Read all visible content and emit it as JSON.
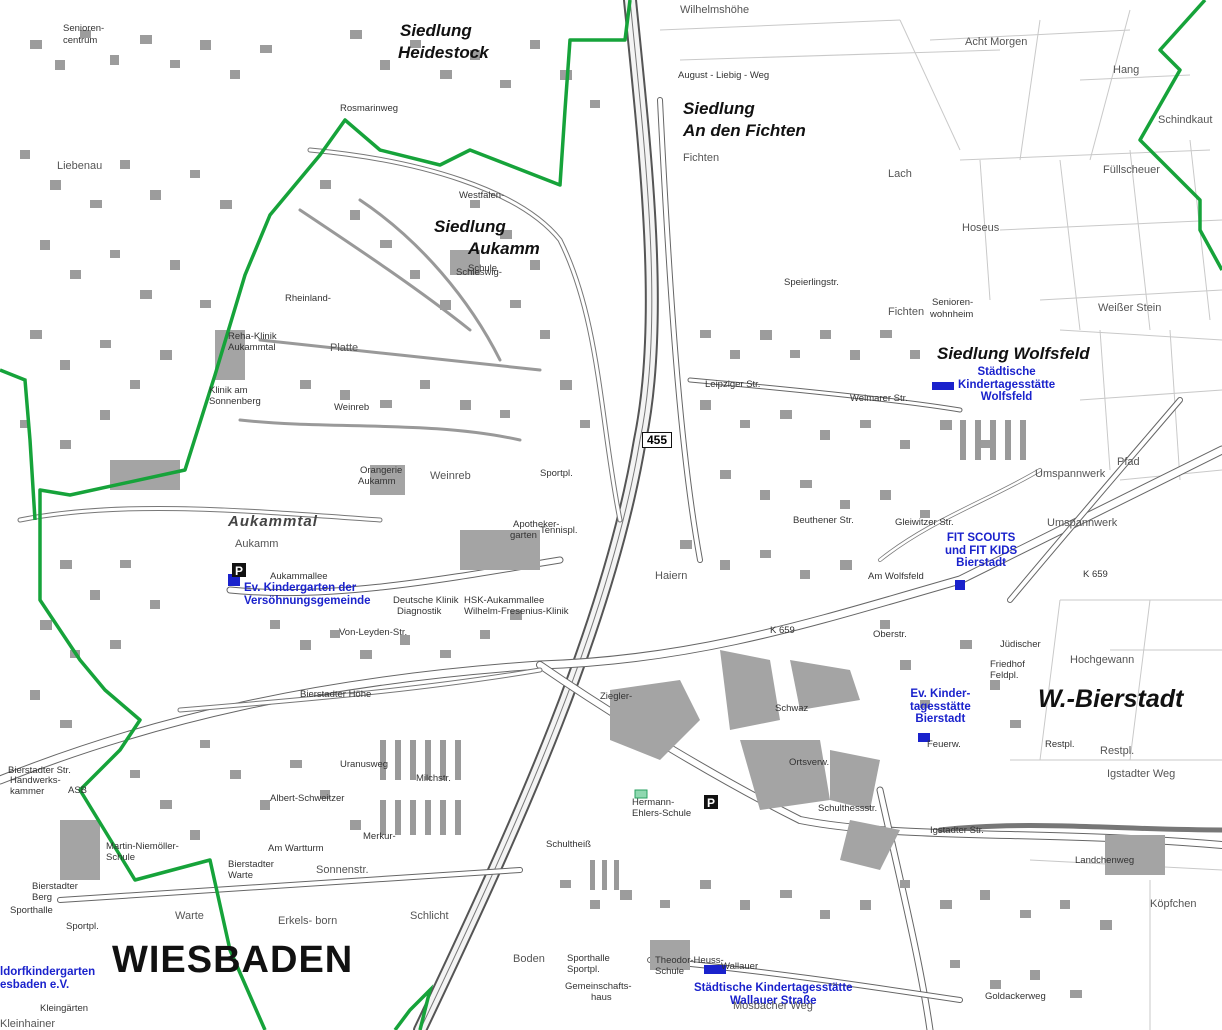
{
  "routes": {
    "b455": "455"
  },
  "districts": {
    "heidestock": "Siedlung",
    "heidestock_2": "Heidestock",
    "fichten": "Siedlung",
    "fichten_2": "An den Fichten",
    "aukamm": "Siedlung",
    "aukamm_2": "Aukamm",
    "wolfsfeld": "Siedlung Wolfsfeld",
    "aukammtal": "Aukammtal",
    "wiesbaden": "WIESBADEN",
    "bierstadt": "W.-Bierstadt"
  },
  "facilities": {
    "kita_wolfsfeld": {
      "line1": "Städtische",
      "line2": "Kindertagesstätte",
      "line3": "Wolfsfeld"
    },
    "fit_scouts": {
      "line1": "FIT SCOUTS",
      "line2": "und FIT KIDS",
      "line3": "Bierstadt"
    },
    "ev_kiga_versoehnung": {
      "line1": "Ev. Kindergarten der",
      "line2": "Versöhnungsgemeinde"
    },
    "ev_kita_bierstadt": {
      "line1": "Ev. Kinder-",
      "line2": "tagesstätte",
      "line3": "Bierstadt"
    },
    "kita_wallauer": {
      "line1": "Städtische Kindertagesstätte",
      "line2": "Wallauer Straße"
    },
    "waldorf": {
      "line1": "ldorfkindergarten",
      "line2": "esbaden e.V."
    }
  },
  "places": [
    "Wilhelmshöhe",
    "Acht Morgen",
    "Hang",
    "Schindkaut",
    "Füllscheuer",
    "Lach",
    "Hoseus",
    "Weißer Stein",
    "Pfad",
    "Hochgewann",
    "Igstadter Weg",
    "Köpfchen",
    "Liebenau",
    "Platte",
    "Weinreb",
    "Aukamm",
    "Haiern",
    "Warte",
    "Schlicht",
    "Boden",
    "Fichten",
    "Fichten",
    "Umspannwerk",
    "Umspannwerk",
    "Sonnenstr.",
    "Erkels-   born",
    "Kleinhainer",
    "Mosbacher Weg",
    "Restpl."
  ],
  "streets": [
    "August - Liebig - Weg",
    "Speierlingstr.",
    "Leipziger Str.",
    "Weimarer Str.",
    "Gleiwitzer Str.",
    "Beuthener Str.",
    "Am Wolfsfeld",
    "Aukammallee",
    "Bierstadter Höhe",
    "Von-Leyden-Str.",
    "Bierstadter Str.",
    "Am Wartturm",
    "K 659",
    "Schwaz",
    "Schulthessstr.",
    "Igstadter Str.",
    "Wallauer",
    "Goldackerweg",
    "Landchenweg",
    "Rosmarinweg",
    "Westfalen-",
    "Schleswig-",
    "Rheinland-",
    "Weinreb",
    "Ziegler-",
    "Uranusweg",
    "Albert-Schweitzer",
    "Milchstr.",
    "Merkur-",
    "Schultheiß",
    "Oberstr.",
    "K 659"
  ],
  "small": [
    "Schule",
    "Senioren-",
    "wohnheim",
    "Deutsche Klinik",
    "Diagnostik",
    "HSK-Aukammallee",
    "Wilhelm-Fresenius-Klinik",
    "Orangerie",
    "Aukamm",
    "Martin-Niemöller-",
    "Schule",
    "Bierstadter",
    "Warte",
    "Hermann-",
    "Ehlers-Schule",
    "Theodor-Heuss-",
    "Schule",
    "Sporthalle",
    "Sportpl.",
    "Gemeinschafts-",
    "haus",
    "Reha-Klinik",
    "Aukammtal",
    "Klinik am",
    "Sonnenberg",
    "Apotheker-",
    "garten",
    "Senioren-",
    "centrum",
    "Sportpl.",
    "Tennispl.",
    "Sportpl.",
    "Sporthalle",
    "Handwerks-",
    "kammer",
    "ASB",
    "Bierstadter",
    "Berg",
    "Kleingärten",
    "Feuerw.",
    "Restpl.",
    "Ortsverw.",
    "Jüdischer",
    "Friedhof",
    "Feldpl."
  ]
}
